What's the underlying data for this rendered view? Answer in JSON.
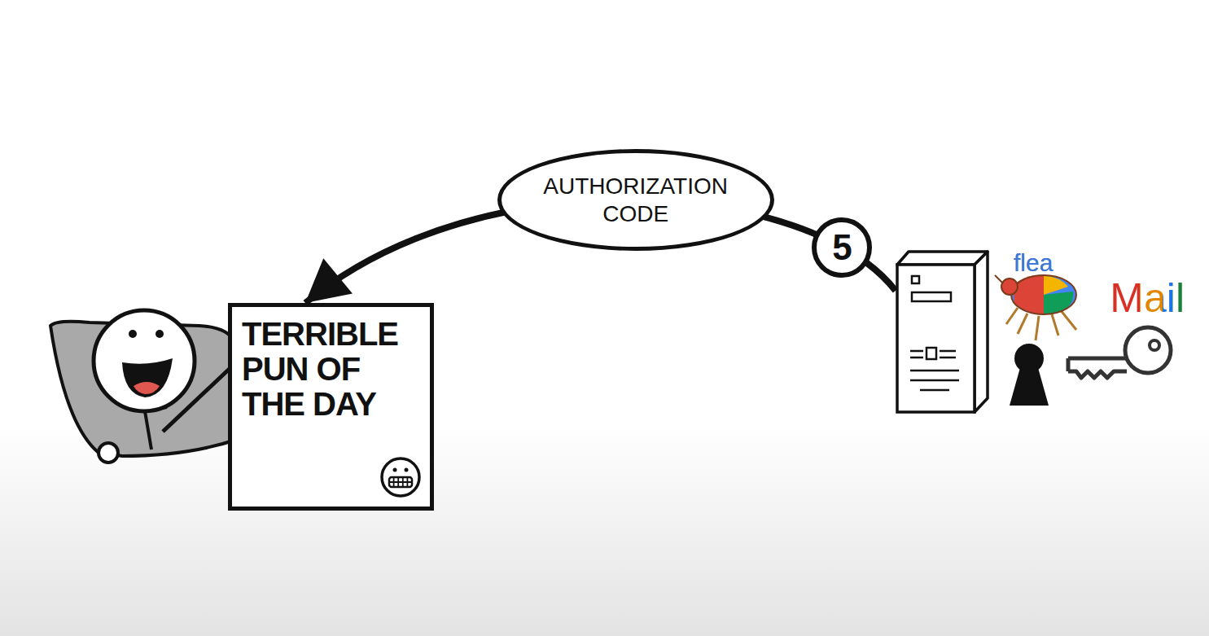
{
  "diagram": {
    "nodes": [
      {
        "text": [
          "TERRIBLE PUN OF THE DAY"
        ]
      },
      {
        "text": [
          "flea Mail"
        ]
      }
    ],
    "edges": [
      {
        "from": 1,
        "to": 0,
        "arrow": "to",
        "label": "AUTHORIZATION CODE"
      }
    ],
    "labels": [
      "5"
    ]
  }
}
